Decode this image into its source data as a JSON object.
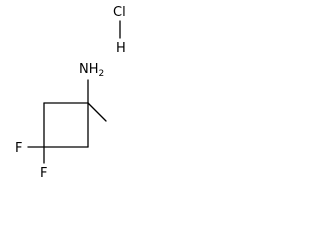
{
  "molecule": {
    "amine_label": "NH2",
    "fluorine_top_label": "F",
    "fluorine_bottom_label": "F",
    "chlorine_label": "Cl",
    "hydrogen_label": "H"
  },
  "colors": {
    "bond": "#000000",
    "text": "#000000",
    "background": "#ffffff"
  }
}
